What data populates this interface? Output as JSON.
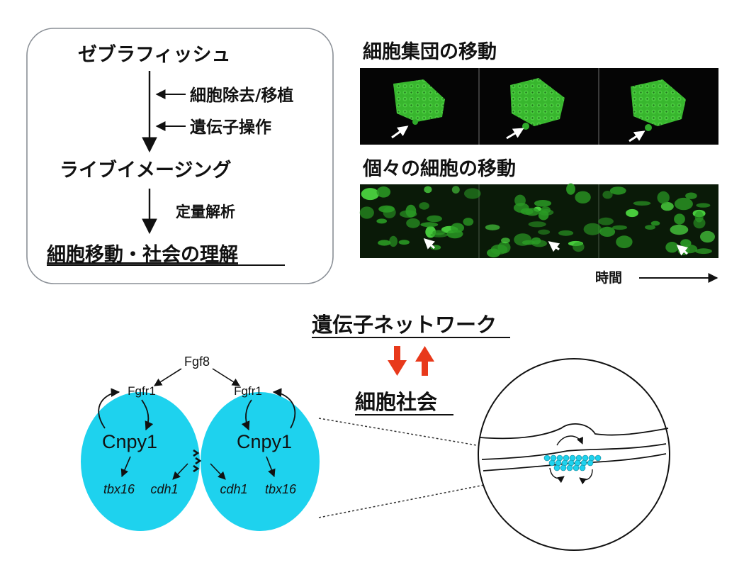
{
  "workflow": {
    "top": "ゼブラフィッシュ",
    "input_1": "細胞除去/移植",
    "input_2": "遺伝子操作",
    "middle": "ライブイメージング",
    "step": "定量解析",
    "bottom": "細胞移動・社会の理解"
  },
  "imaging": {
    "group_title": "細胞集団の移動",
    "individual_title": "個々の細胞の移動",
    "time_label": "時間"
  },
  "network": {
    "title": "遺伝子ネットワーク",
    "society": "細胞社会"
  },
  "cells": {
    "ligand": "Fgf8",
    "left": {
      "receptor": "Fgfr1",
      "protein": "Cnpy1",
      "gene_a": "tbx16",
      "gene_b": "cdh1"
    },
    "right": {
      "receptor": "Fgfr1",
      "protein": "Cnpy1",
      "gene_a": "cdh1",
      "gene_b": "tbx16"
    }
  },
  "colors": {
    "cell_fill": "#1ed2ee",
    "arrow_red": "#e8391b",
    "fluor_green": "#3fd23a"
  }
}
